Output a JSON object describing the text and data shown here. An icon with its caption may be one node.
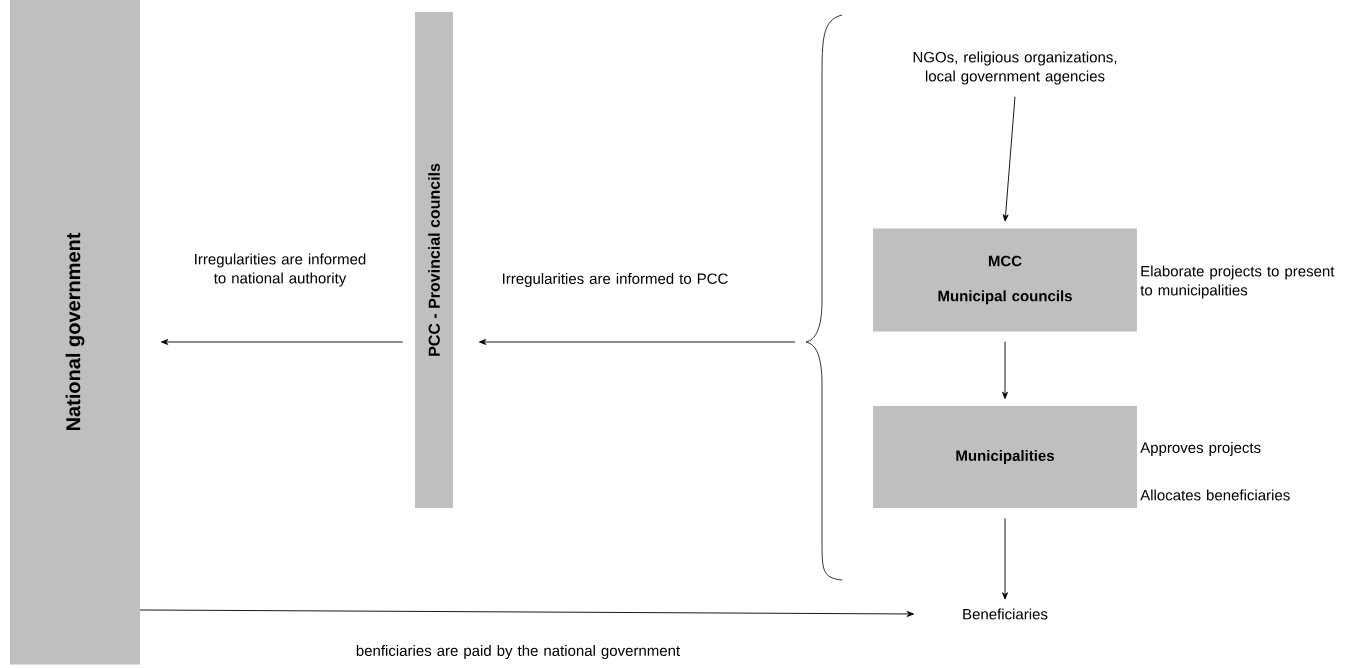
{
  "diagram": {
    "nodes": [
      {
        "text": [
          "National government"
        ]
      },
      {
        "text": [
          "PCC - Provincial councils"
        ]
      },
      {
        "text": [
          "NGOs, religious organizations, local government agencies"
        ]
      },
      {
        "text": [
          "MCC",
          "Municipal councils"
        ],
        "beside": [
          "Elaborate projects to present to municipalities"
        ]
      },
      {
        "text": [
          "Municipalities"
        ],
        "beside": [
          "Approves projects",
          "Allocates beneficiaries"
        ]
      },
      {
        "text": [
          "Beneficiaries"
        ]
      }
    ],
    "edges": [
      {
        "from": 1,
        "to": 0,
        "arrow": "to",
        "label": "Irregularities are informed to national authority"
      },
      {
        "from": null,
        "to": 1,
        "arrow": "to",
        "label": "Irregularities are informed to PCC"
      },
      {
        "from": 2,
        "to": 3,
        "arrow": "to"
      },
      {
        "from": 3,
        "to": 4,
        "arrow": "to"
      },
      {
        "from": 4,
        "to": 5,
        "arrow": "to"
      },
      {
        "from": 0,
        "to": 5,
        "arrow": "to",
        "label": "benficiaries are paid by the national government"
      }
    ]
  }
}
